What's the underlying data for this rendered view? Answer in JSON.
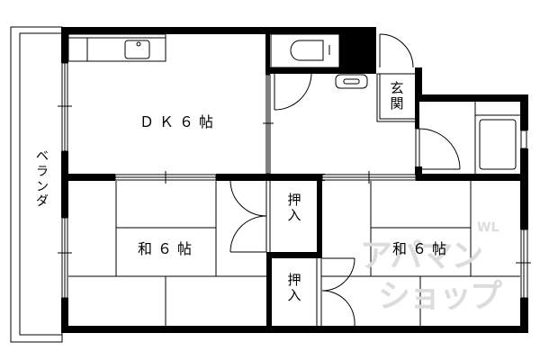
{
  "floor_plan": {
    "rooms": [
      {
        "id": "dk",
        "label": "ＤＫ６帖",
        "type": "dining-kitchen",
        "size_jo": 6
      },
      {
        "id": "washitsu-left",
        "label": "和６帖",
        "type": "japanese-room",
        "size_jo": 6
      },
      {
        "id": "washitsu-right",
        "label": "和６帖",
        "type": "japanese-room",
        "size_jo": 6
      },
      {
        "id": "oshiire-upper",
        "label": "押入",
        "type": "closet"
      },
      {
        "id": "oshiire-lower",
        "label": "押入",
        "type": "closet"
      },
      {
        "id": "genkan",
        "label": "玄関",
        "type": "entrance"
      },
      {
        "id": "veranda",
        "label": "ベランダ",
        "type": "balcony"
      },
      {
        "id": "toilet",
        "label": "",
        "type": "toilet"
      },
      {
        "id": "bath",
        "label": "",
        "type": "bathroom"
      }
    ],
    "watermark": {
      "line1": "アパマン",
      "line2": "ショップ",
      "small": "WL"
    },
    "colors": {
      "wall": "#000000",
      "background": "#ffffff",
      "watermark": "#dcdcdc"
    }
  }
}
